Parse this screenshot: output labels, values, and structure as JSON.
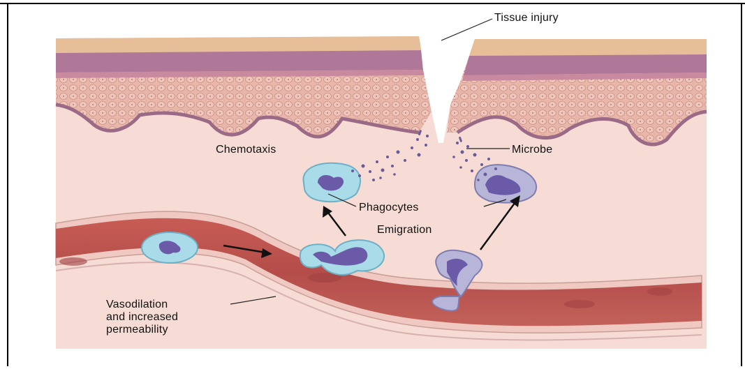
{
  "labels": {
    "tissue_injury": "Tissue injury",
    "chemotaxis": "Chemotaxis",
    "microbe": "Microbe",
    "phagocytes": "Phagocytes",
    "emigration": "Emigration",
    "vasodilation_line1": "Vasodilation",
    "vasodilation_line2": "and increased",
    "vasodilation_line3": "permeability"
  },
  "colors": {
    "skin_surface": "#e8c39a",
    "epidermis_band": "#a9738a",
    "epidermis_cells": "#dca99e",
    "dermis": "#f6d9d2",
    "vessel_wall": "#f2cbc5",
    "vessel_lumen": "#bf5a55",
    "neutrophil_light": "#a9dbe8",
    "neutrophil_nucleus": "#6a5aa8",
    "macrophage": "#b7b6d8",
    "arrow": "#111111"
  }
}
